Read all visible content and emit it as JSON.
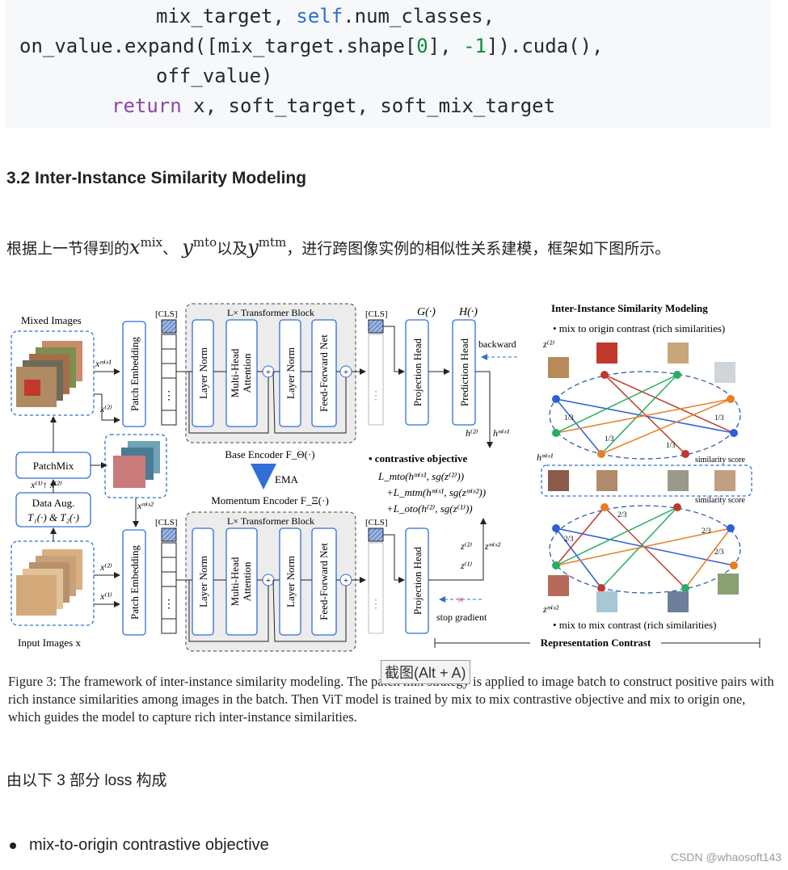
{
  "code": {
    "line1_a": "mix_target, ",
    "line1_self": "self",
    "line1_b": ".num_classes,",
    "line2_a": "on_value.expand([mix_target.shape[",
    "line2_n0": "0",
    "line2_b": "], ",
    "line2_n1": "-1",
    "line2_c": "]).cuda(),",
    "line3": "off_value)",
    "line4_kw": "return",
    "line4_rest": " x, soft_target, soft_mix_target"
  },
  "section": {
    "heading": "3.2 Inter-Instance Similarity Modeling",
    "intro_prefix": "根据上一节得到的",
    "math1_base": "x",
    "math1_sup": "mix",
    "sep1": "、",
    "math2_base": "y",
    "math2_sup": "mto",
    "sep2": "以及",
    "math3_base": "y",
    "math3_sup": "mtm",
    "intro_suffix": "，进行跨图像实例的相似性关系建模，框架如下图所示。"
  },
  "figure": {
    "mixed_images": "Mixed Images",
    "input_images": "Input Images  x",
    "patchmix": "PatchMix",
    "data_aug_1": "Data Aug.",
    "data_aug_2": "T₁(·) & T₂(·)",
    "x1x2": "x⁽¹⁾↑ x⁽²⁾",
    "xmix1": "xᵐⁱˣ¹",
    "xmix2": "xᵐⁱˣ²",
    "x2_top": "x⁽²⁾",
    "x2_bottom": "x⁽²⁾",
    "x1_bottom": "x⁽¹⁾",
    "patch_embedding": "Patch Embedding",
    "cls": "[CLS]",
    "transformer_block": "L× Transformer Block",
    "layer_norm": "Layer Norm",
    "mha_1": "Multi-Head",
    "mha_2": "Attention",
    "ffn": "Feed-Forward Net",
    "base_encoder": "Base Encoder F_Θ(·)",
    "ema": "EMA",
    "momentum_encoder": "Momentum Encoder F_Ξ(·)",
    "g": "G(·)",
    "h": "H(·)",
    "projection_head": "Projection Head",
    "prediction_head": "Prediction Head",
    "backward": "backward",
    "h2": "h⁽²⁾",
    "hmix1_top": "hᵐⁱˣ¹",
    "contrastive_title": "• contrastive objective",
    "loss1": "L_mto(hᵐⁱˣ¹, sg(z⁽²⁾))",
    "loss2": "+L_mtm(hᵐⁱˣ¹, sg(zᵐⁱˣ²))",
    "loss3": "+L_oto(h⁽²⁾, sg(z⁽¹⁾))",
    "z2": "z⁽²⁾",
    "z1": "z⁽¹⁾",
    "zmix2": "zᵐⁱˣ²",
    "stop_gradient": "stop gradient",
    "iism_title": "Inter-Instance Similarity Modeling",
    "mix_to_origin": "• mix to origin contrast (rich similarities)",
    "mix_to_mix": "• mix to mix contrast (rich similarities)",
    "z2_label": "z⁽²⁾",
    "hmix1_label": "hᵐⁱˣ¹",
    "zmix2_label": "zᵐⁱˣ²",
    "similarity_score_1": "similarity score",
    "similarity_score_2": "similarity score",
    "representation_contrast": "Representation Contrast",
    "colors": {
      "blue_dash": "#2f6fd6",
      "red": "#c0392b",
      "green": "#27ae60",
      "orange": "#e67e22",
      "blue": "#2e5fd8"
    }
  },
  "caption": {
    "text": "Figure 3: The framework of inter-instance similarity modeling. The patch mix strategy is applied to image batch to construct positive pairs with rich instance similarities among images in the batch. Then ViT model is trained by mix to mix contrastive objective and mix to origin one, which guides the model to capture rich inter-instance similarities."
  },
  "tooltip": "截图(Alt + A)",
  "para2": "由以下 3 部分 loss 构成",
  "bullet": "mix-to-origin contrastive objective",
  "watermark": "CSDN @whaosoft143"
}
